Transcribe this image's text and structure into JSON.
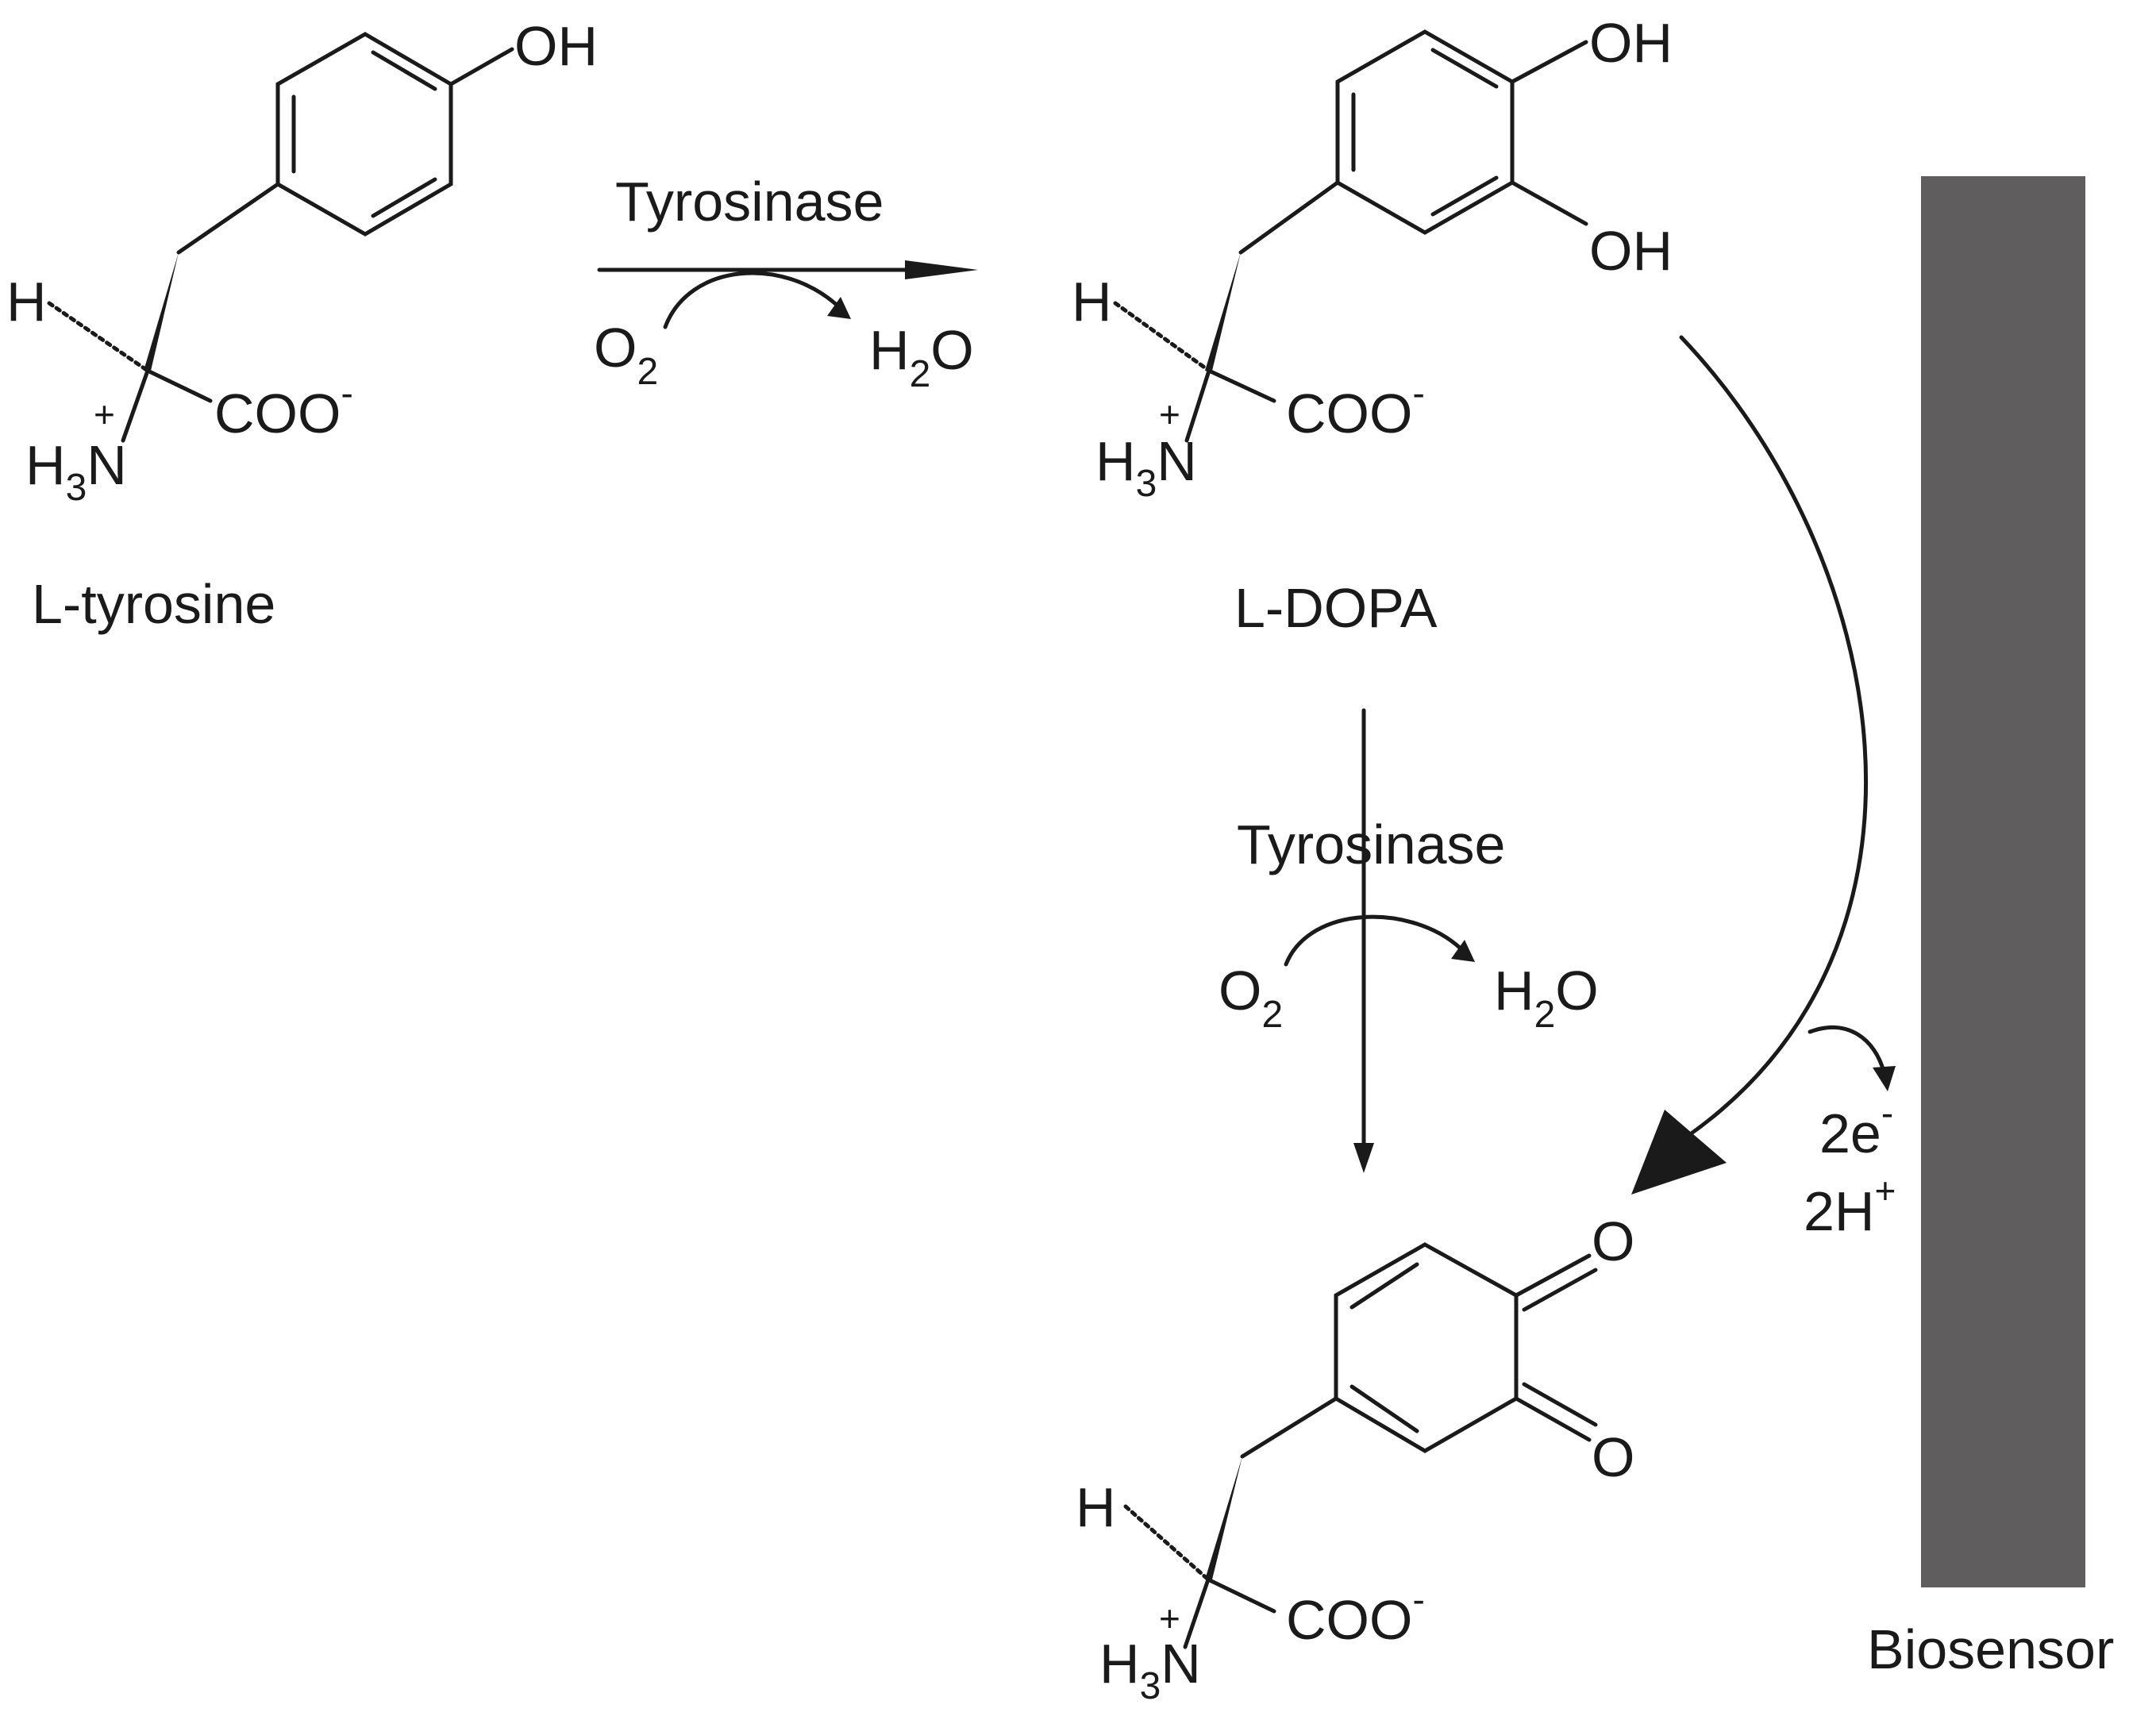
{
  "colors": {
    "ink": "#1a1a1a",
    "electrode": "#5f5d5d",
    "background": "#ffffff"
  },
  "molecules": {
    "tyrosine": {
      "name": "L-tyrosine",
      "oh": "OH",
      "h": "H",
      "nh3_h": "H",
      "nh3_sub": "3",
      "nh3_n": "N",
      "nh3_charge": "+",
      "coo": "COO",
      "coo_charge": "-"
    },
    "dopa": {
      "name": "L-DOPA",
      "oh_top": "OH",
      "oh_bottom": "OH",
      "h": "H",
      "nh3_h": "H",
      "nh3_sub": "3",
      "nh3_n": "N",
      "nh3_charge": "+",
      "coo": "COO",
      "coo_charge": "-"
    },
    "quinone": {
      "o_top": "O",
      "o_bottom": "O",
      "h": "H",
      "nh3_h": "H",
      "nh3_sub": "3",
      "nh3_n": "N",
      "nh3_charge": "+",
      "coo": "COO",
      "coo_charge": "-"
    }
  },
  "reactions": {
    "first": {
      "enzyme": "Tyrosinase",
      "reactant_o": "O",
      "reactant_sub": "2",
      "product_h": "H",
      "product_sub": "2",
      "product_o": "O"
    },
    "second": {
      "enzyme": "Tyrosinase",
      "reactant_o": "O",
      "reactant_sub": "2",
      "product_h": "H",
      "product_sub": "2",
      "product_o": "O"
    },
    "electrochemical": {
      "electrons": "2e",
      "electrons_charge": "-",
      "protons": "2H",
      "protons_charge": "+"
    }
  },
  "electrode": {
    "label": "Biosensor"
  }
}
